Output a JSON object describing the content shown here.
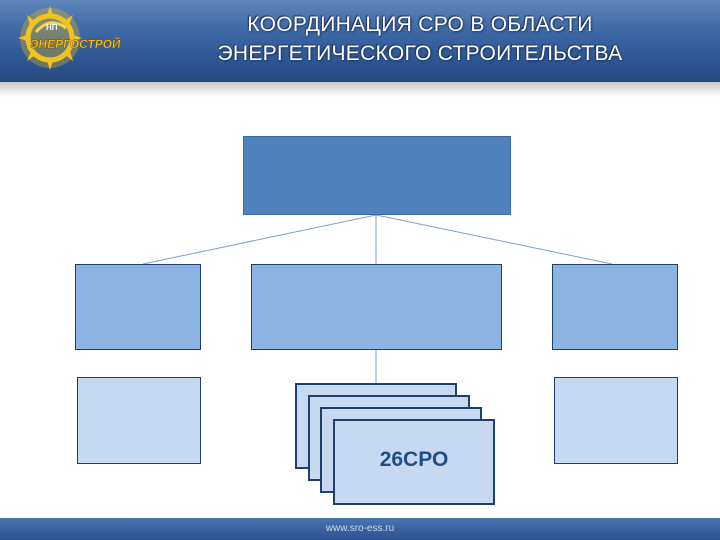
{
  "header": {
    "title_line1": "КООРДИНАЦИЯ  СРО В ОБЛАСТИ",
    "title_line2": "ЭНЕРГЕТИЧЕСКОГО СТРОИТЕЛЬСТВА",
    "logo_small_text": "НП",
    "logo_text": "ЭНЕРГОСТРОЙ"
  },
  "diagram": {
    "stack_label": "26СРО",
    "stack_count": 4
  },
  "footer": {
    "url": "www.sro-ess.ru"
  },
  "colors": {
    "header": "#2c5592",
    "top_box": "#4f81bd",
    "mid_box": "#8db3e2",
    "light_box": "#c6d9f1",
    "stack_text": "#1f4e88",
    "logo_text": "#f5c518"
  }
}
